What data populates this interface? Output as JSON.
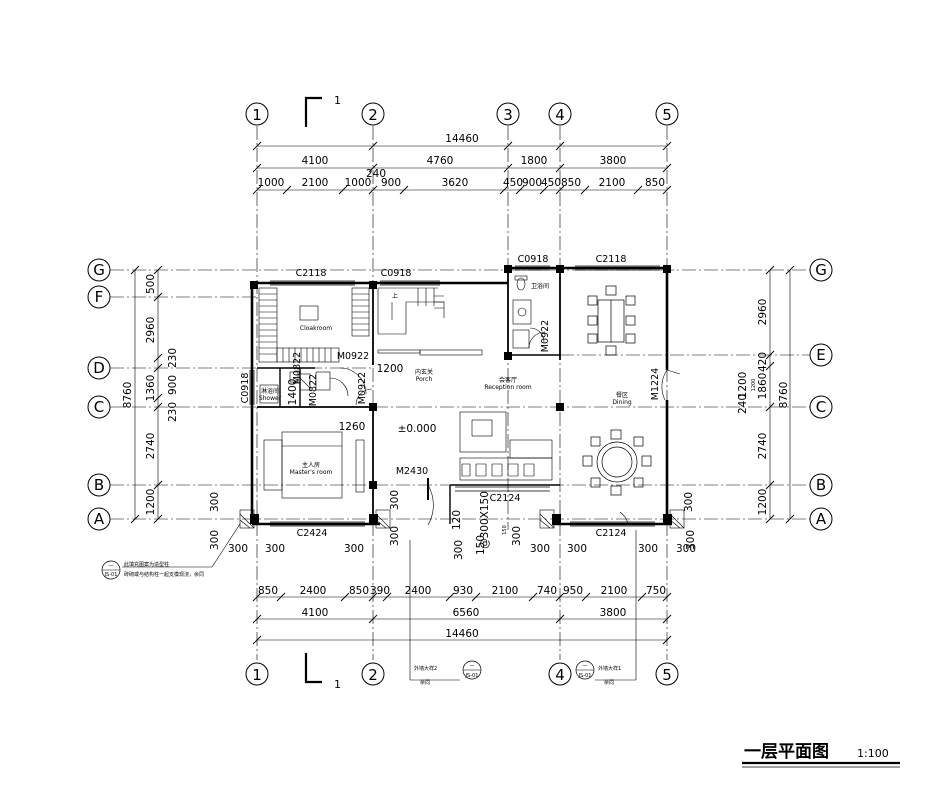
{
  "title": "一层平面图",
  "scale": "1:100",
  "level": "±0.000",
  "section_mark": "1",
  "axes_vertical": [
    "1",
    "2",
    "3",
    "4",
    "5"
  ],
  "axes_horizontal": [
    "G",
    "F",
    "E",
    "D",
    "C",
    "B",
    "A"
  ],
  "dims_top_total": "14460",
  "dims_top_mid": [
    "4100",
    "4760",
    "1800",
    "3800"
  ],
  "dims_top_small": [
    "1000",
    "2100",
    "1000",
    "240",
    "900",
    "3620",
    "450",
    "900",
    "450",
    "850",
    "2100",
    "850"
  ],
  "dims_bottom_small": [
    "850",
    "2400",
    "850",
    "390",
    "2400",
    "930",
    "2100",
    "740",
    "950",
    "2100",
    "750"
  ],
  "dims_bottom_mid": [
    "4100",
    "6560",
    "3800"
  ],
  "dims_bottom_total": "14460",
  "dims_left_total": "8760",
  "dims_left": [
    "500",
    "2960",
    "230",
    "900",
    "1360",
    "230",
    "2740",
    "1200"
  ],
  "dims_right_total": "8760",
  "dims_right": [
    "2960",
    "420",
    "1200",
    "240",
    "1860",
    "2740",
    "1200"
  ],
  "dims_porch": [
    "300",
    "120",
    "300",
    "150",
    "300",
    "300",
    "300",
    "300",
    "300",
    "300"
  ],
  "dims_small_misc": [
    "1200",
    "1200",
    "1260",
    "1400"
  ],
  "openings": [
    "C2118",
    "C0918",
    "C0918",
    "C2118",
    "C0918",
    "M0922",
    "M0922",
    "M0922",
    "M0822",
    "M0822",
    "M1224",
    "M2430",
    "C2124",
    "C2424",
    "C2124"
  ],
  "column_note": "@300X150",
  "rooms": [
    {
      "cn": "",
      "en": "Cloakroom"
    },
    {
      "cn": "淋浴间",
      "en": "Shower"
    },
    {
      "cn": "主人房",
      "en": "Master's room"
    },
    {
      "cn": "内玄关",
      "en": "Porch"
    },
    {
      "cn": "会客厅",
      "en": "Reception room"
    },
    {
      "cn": "卫浴间",
      "en": ""
    },
    {
      "cn": "餐区",
      "en": "Dining"
    }
  ],
  "stair_label": "上",
  "note_text": [
    "此填充图案为造型柱",
    "砖砌或与结构柱一起支模现浇，余同"
  ],
  "detail_callouts": [
    {
      "text": "外墙大样2",
      "sub": "余同"
    },
    {
      "text": "外墙大样1",
      "sub": "余同"
    }
  ],
  "detail_symbol_num": "一",
  "detail_symbol_ref": "JS-01",
  "colors": {
    "line": "#000000",
    "paper": "#ffffff"
  }
}
